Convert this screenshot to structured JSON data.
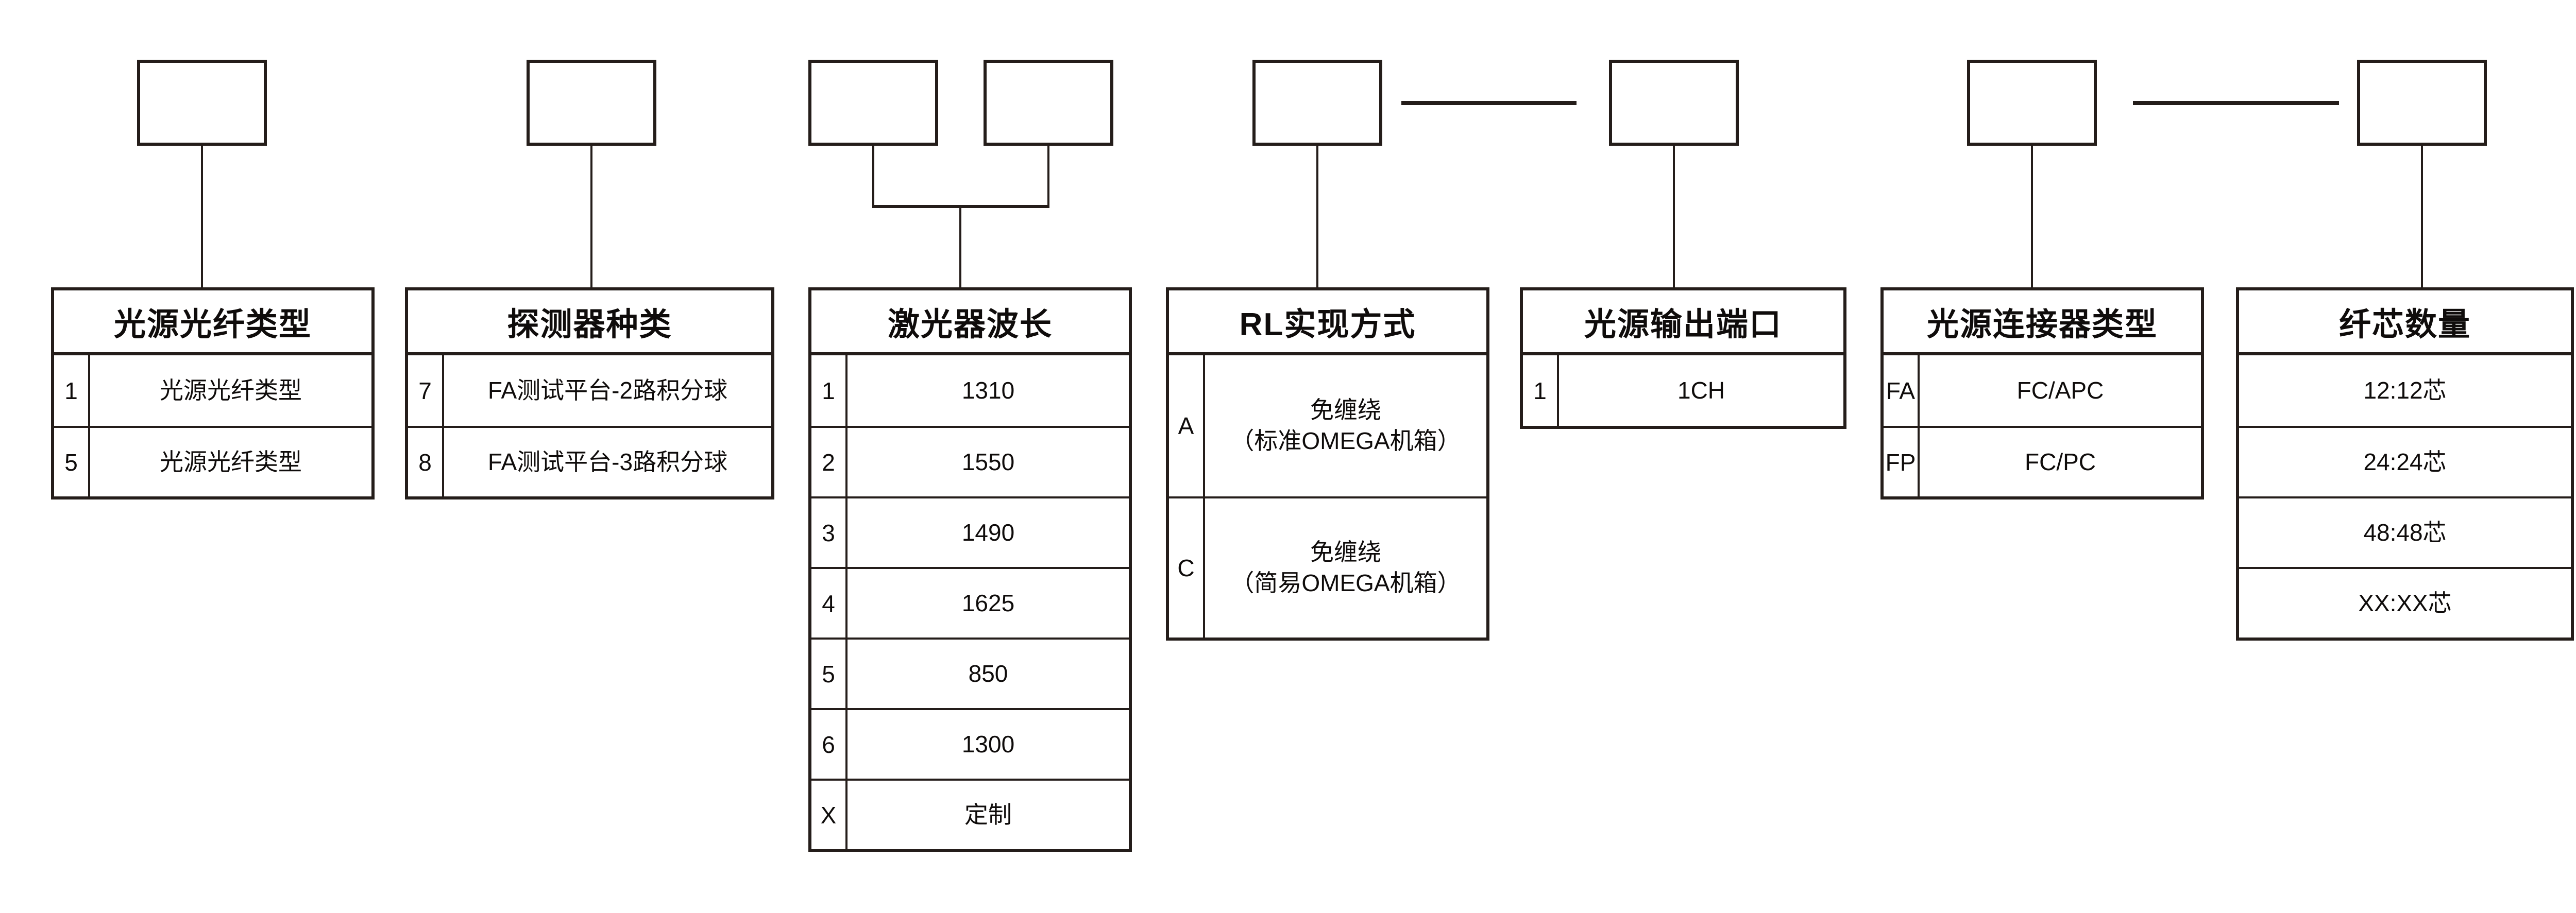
{
  "diagram": {
    "colors": {
      "line": "#241d1a",
      "text": "#0f0c0b",
      "background": "#ffffff"
    },
    "groups": [
      {
        "id": "fiber-type",
        "title": "光源光纤类型",
        "rows": [
          {
            "code": "1",
            "value": "光源光纤类型"
          },
          {
            "code": "5",
            "value": "光源光纤类型"
          }
        ]
      },
      {
        "id": "detector-type",
        "title": "探测器种类",
        "rows": [
          {
            "code": "7",
            "value": "FA测试平台-2路积分球"
          },
          {
            "code": "8",
            "value": "FA测试平台-3路积分球"
          }
        ]
      },
      {
        "id": "laser-wavelength",
        "title": "激光器波长",
        "rows": [
          {
            "code": "1",
            "value": "1310"
          },
          {
            "code": "2",
            "value": "1550"
          },
          {
            "code": "3",
            "value": "1490"
          },
          {
            "code": "4",
            "value": "1625"
          },
          {
            "code": "5",
            "value": "850"
          },
          {
            "code": "6",
            "value": "1300"
          },
          {
            "code": "X",
            "value": "定制"
          }
        ]
      },
      {
        "id": "rl-method",
        "title": "RL实现方式",
        "rows": [
          {
            "code": "A",
            "value": "免缠绕\n（标准OMEGA机箱）"
          },
          {
            "code": "C",
            "value": "免缠绕\n（简易OMEGA机箱）"
          }
        ]
      },
      {
        "id": "output-port",
        "title": "光源输出端口",
        "rows": [
          {
            "code": "1",
            "value": "1CH"
          }
        ]
      },
      {
        "id": "connector-type",
        "title": "光源连接器类型",
        "rows": [
          {
            "code": "FA",
            "value": "FC/APC"
          },
          {
            "code": "FP",
            "value": "FC/PC"
          }
        ]
      },
      {
        "id": "core-count",
        "title": "纤芯数量",
        "rows": [
          {
            "code": null,
            "value": "12:12芯"
          },
          {
            "code": null,
            "value": "24:24芯"
          },
          {
            "code": null,
            "value": "48:48芯"
          },
          {
            "code": null,
            "value": "XX:XX芯"
          }
        ]
      }
    ]
  }
}
